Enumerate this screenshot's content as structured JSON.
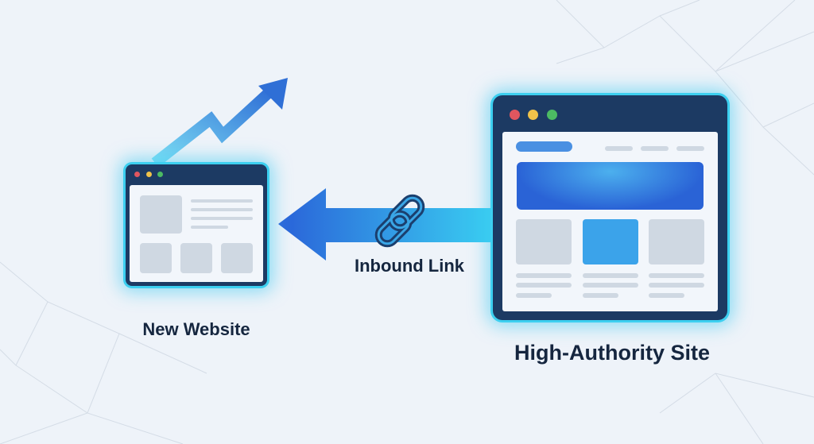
{
  "labels": {
    "new_site": "New Website",
    "link": "Inbound Link",
    "authority_site": "High-Authority Site"
  },
  "icons": [
    "growth-arrow-icon",
    "link-chain-icon",
    "inbound-arrow-icon",
    "browser-window-icon"
  ],
  "colors": {
    "accent": "#2f7de0",
    "glow": "#3ccff0",
    "window_frame": "#1c3a63",
    "background": "#eef3f9"
  }
}
